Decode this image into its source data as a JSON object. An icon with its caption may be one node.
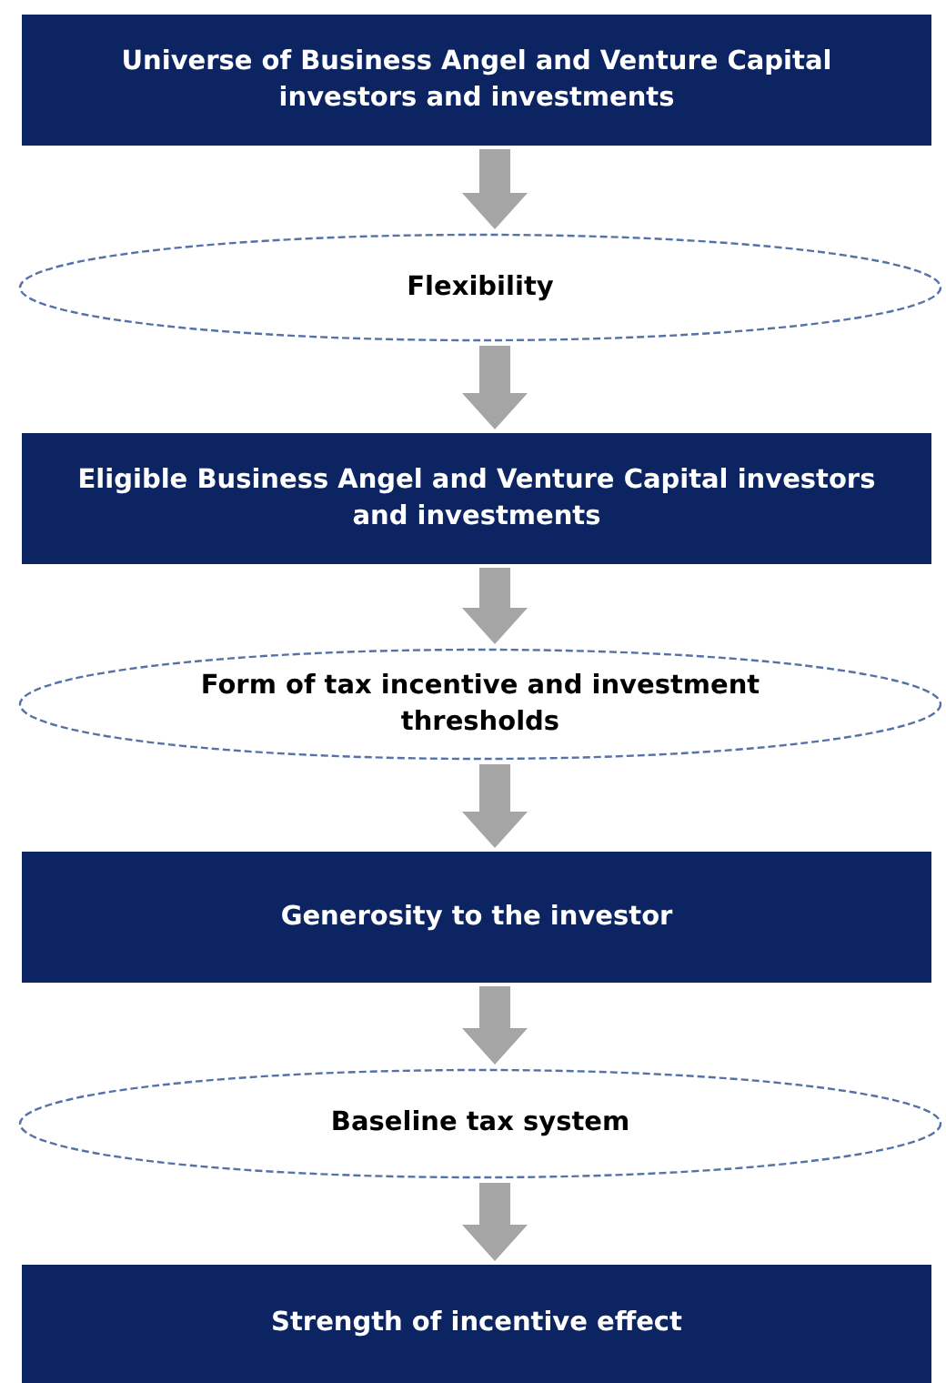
{
  "diagram": {
    "nodes": [
      {
        "text": [
          "Universe of Business Angel and Venture Capital investors and investments"
        ]
      },
      {
        "text": [
          "Flexibility"
        ]
      },
      {
        "text": [
          "Eligible Business Angel and Venture Capital investors and investments"
        ]
      },
      {
        "text": [
          "Form of tax incentive and investment thresholds"
        ]
      },
      {
        "text": [
          "Generosity to the investor"
        ]
      },
      {
        "text": [
          "Baseline tax system"
        ]
      },
      {
        "text": [
          "Strength of incentive effect"
        ]
      }
    ],
    "edges": [
      {
        "from": 0,
        "to": 1,
        "arrow": "to"
      },
      {
        "from": 1,
        "to": 2,
        "arrow": "to"
      },
      {
        "from": 2,
        "to": 3,
        "arrow": "to"
      },
      {
        "from": 3,
        "to": 4,
        "arrow": "to"
      },
      {
        "from": 4,
        "to": 5,
        "arrow": "to"
      },
      {
        "from": 5,
        "to": 6,
        "arrow": "to"
      }
    ]
  }
}
